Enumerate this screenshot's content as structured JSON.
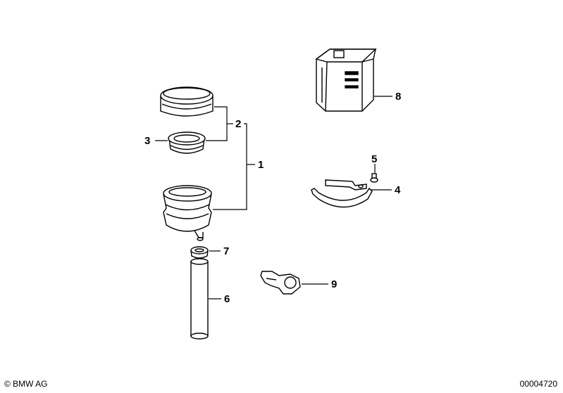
{
  "callouts": {
    "p1": "1",
    "p2": "2",
    "p3": "3",
    "p4": "4",
    "p5": "5",
    "p6": "6",
    "p7": "7",
    "p8": "8",
    "p9": "9"
  },
  "footer": {
    "copyright": "© BMW AG",
    "image_number": "00004720"
  }
}
